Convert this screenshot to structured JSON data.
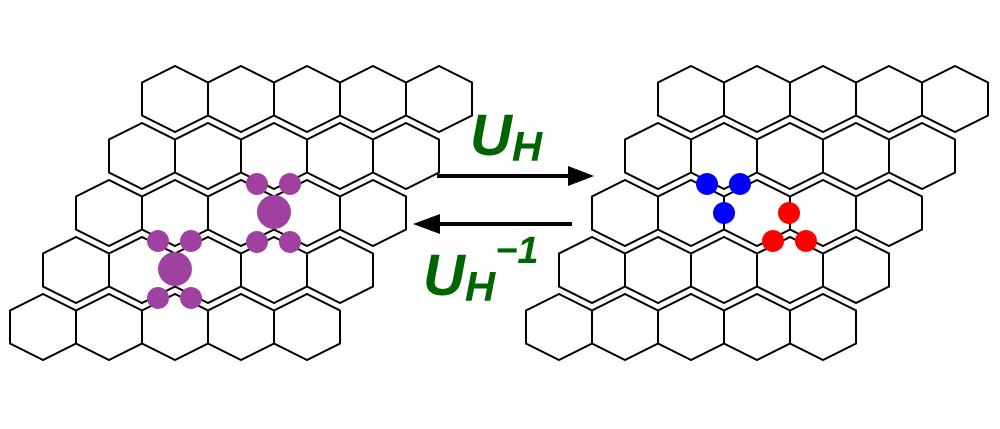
{
  "labels": {
    "forward_main": "U",
    "forward_sub": "H",
    "inverse_main": "U",
    "inverse_sub": "H",
    "inverse_sup": "−1"
  },
  "colors": {
    "lattice": "#000000",
    "label": "#006400",
    "arrow": "#000000",
    "left_dots": "#a040a0",
    "blue_dots": "#0000ff",
    "red_dots": "#ff0000"
  },
  "icons": {
    "forward": "arrow-right-icon",
    "inverse": "arrow-left-icon"
  }
}
